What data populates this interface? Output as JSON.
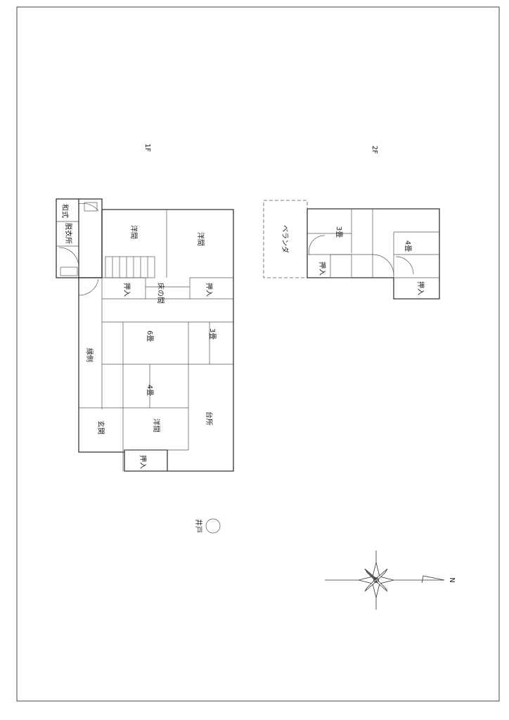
{
  "floors": {
    "first": {
      "title": "1F",
      "rooms": {
        "toilet": "和式",
        "dressing": "脱衣所",
        "western_top_left": "洋間",
        "western_top_right": "洋間",
        "closet_left": "押入",
        "alcove": "床の間",
        "closet_right": "押入",
        "six_mat": "6畳",
        "three_mat": "3畳",
        "veranda_corridor": "縁側",
        "four_mat": "4畳",
        "entrance": "玄関",
        "western_bottom": "洋間",
        "kitchen": "台所",
        "closet_bottom": "押入"
      },
      "well": "井戸"
    },
    "second": {
      "title": "2F",
      "rooms": {
        "three_mat": "3畳",
        "four_mat": "4畳",
        "closet_left": "押入",
        "closet_right": "押入",
        "balcony": "ベランダ"
      }
    }
  },
  "compass": {
    "north_label": "N"
  }
}
